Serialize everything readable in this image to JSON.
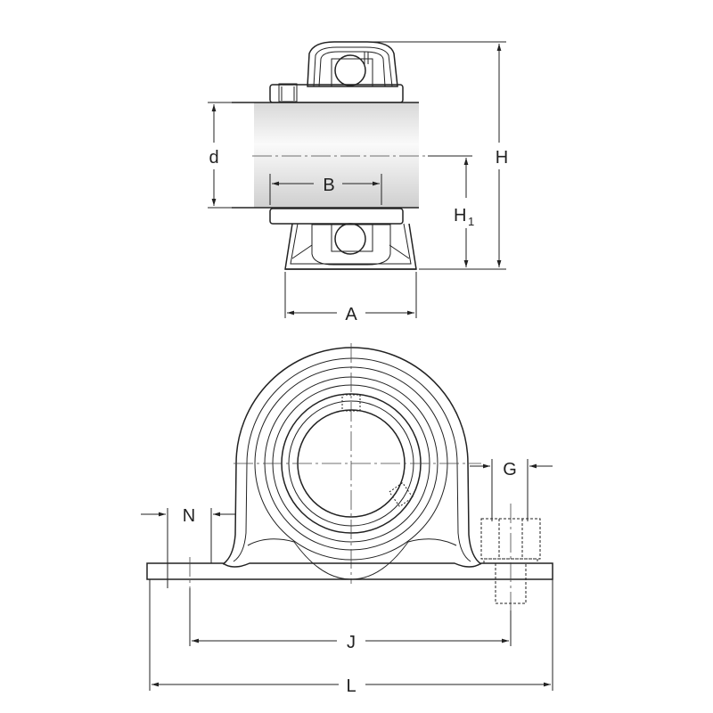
{
  "labels": {
    "d": "d",
    "B": "B",
    "H": "H",
    "H1": "H",
    "H1_sub": "1",
    "A": "A",
    "G": "G",
    "N": "N",
    "J": "J",
    "L": "L"
  },
  "colors": {
    "bearing": "#b8c4e0",
    "shaft": "#e6e6e6",
    "line": "#222222"
  }
}
